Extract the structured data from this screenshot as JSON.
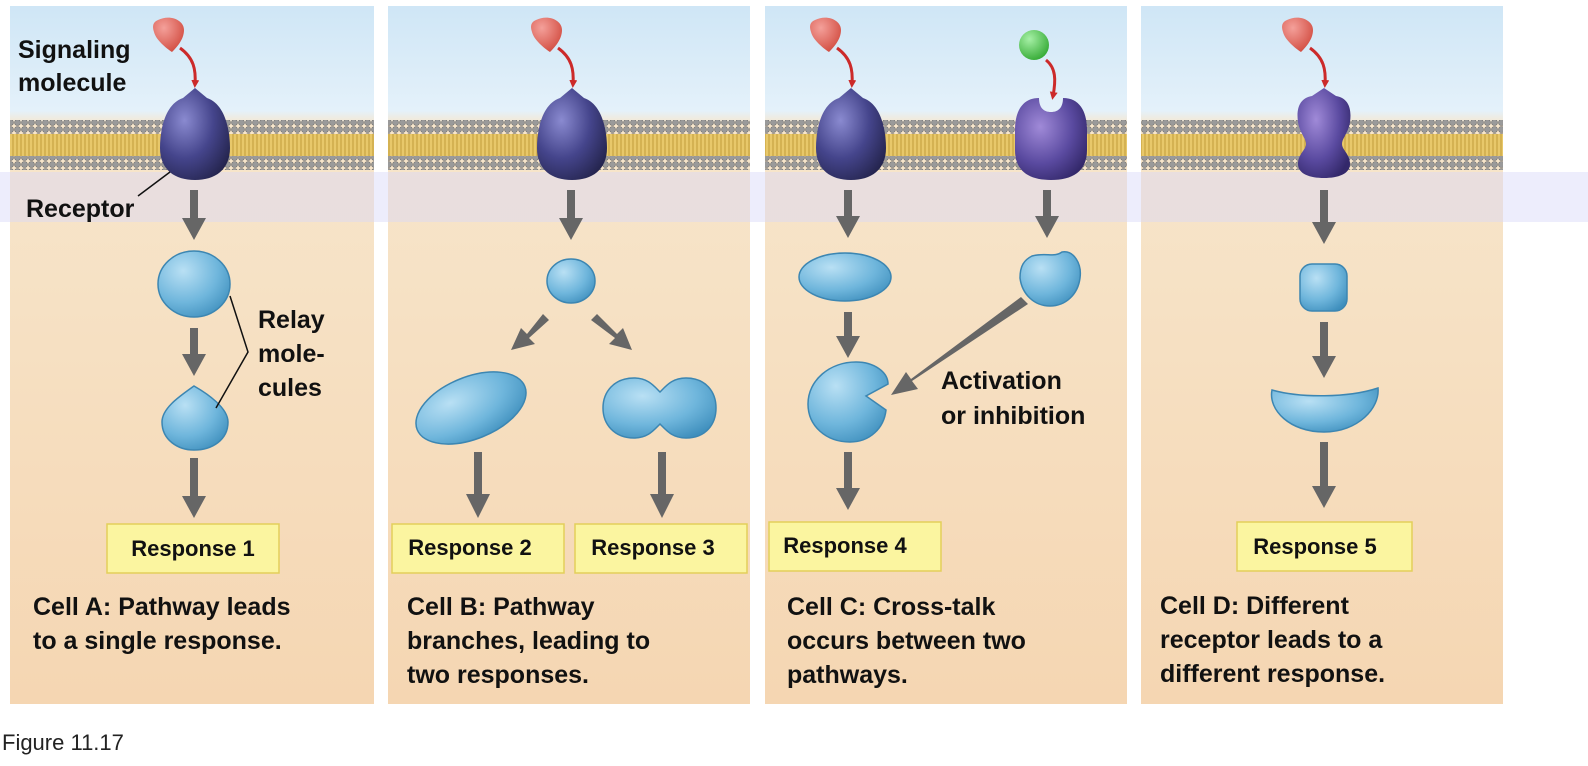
{
  "labels": {
    "signaling_molecule": [
      "Signaling",
      "molecule"
    ],
    "receptor": "Receptor",
    "relay_molecules": [
      "Relay",
      "mole-",
      "cules"
    ],
    "activation": [
      "Activation",
      "or inhibition"
    ]
  },
  "responses": {
    "r1": "Response 1",
    "r2": "Response 2",
    "r3": "Response 3",
    "r4": "Response 4",
    "r5": "Response 5"
  },
  "captions": {
    "cell_a": [
      "Cell A: Pathway leads",
      "to a single response."
    ],
    "cell_b": [
      "Cell B: Pathway",
      "branches, leading to",
      "two responses."
    ],
    "cell_c": [
      "Cell C: Cross-talk",
      "occurs between two",
      "pathways."
    ],
    "cell_d": [
      "Cell D: Different",
      "receptor leads to a",
      "different response."
    ]
  },
  "figure_label": "Figure 11.17",
  "colors": {
    "extracellular": "#d3e8f6",
    "cytoplasm": "#f6dcbc",
    "membrane": "#e3c05a",
    "receptor": "#3a3a78",
    "relay": "#6fb6dc",
    "ligand": "#e06658",
    "ligand_green": "#4fc24f",
    "arrow": "#666666",
    "red_arrow": "#cc2a2a",
    "response_box": "#fbf5a0",
    "highlight_band": "#e8e8fa"
  }
}
